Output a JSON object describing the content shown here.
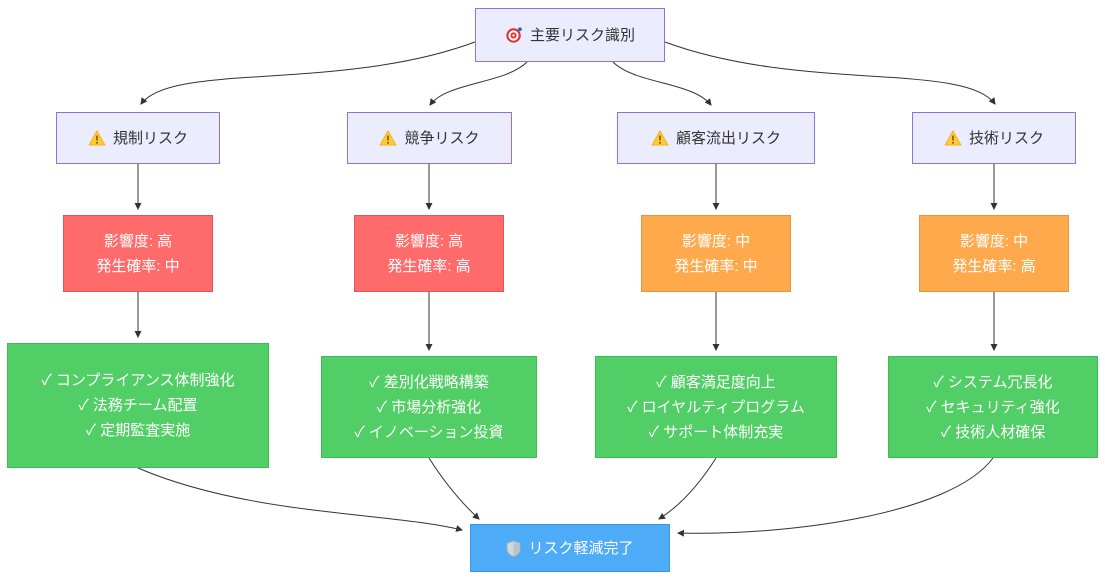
{
  "diagram": {
    "root": {
      "label": "主要リスク識別",
      "icon": "target-icon"
    },
    "risks": [
      {
        "label": "規制リスク",
        "impact": "影響度: 高",
        "probability": "発生確率: 中",
        "severity_color": "#FF6B6B",
        "mitigations": [
          "✓ コンプライアンス体制強化",
          "✓ 法務チーム配置",
          "✓ 定期監査実施"
        ]
      },
      {
        "label": "競争リスク",
        "impact": "影響度: 高",
        "probability": "発生確率: 高",
        "severity_color": "#FF6B6B",
        "mitigations": [
          "✓ 差別化戦略構築",
          "✓ 市場分析強化",
          "✓ イノベーション投資"
        ]
      },
      {
        "label": "顧客流出リスク",
        "impact": "影響度: 中",
        "probability": "発生確率: 中",
        "severity_color": "#FFA94D",
        "mitigations": [
          "✓ 顧客満足度向上",
          "✓ ロイヤルティプログラム",
          "✓ サポート体制充実"
        ]
      },
      {
        "label": "技術リスク",
        "impact": "影響度: 中",
        "probability": "発生確率: 高",
        "severity_color": "#FFA94D",
        "mitigations": [
          "✓ システム冗長化",
          "✓ セキュリティ強化",
          "✓ 技術人材確保"
        ]
      }
    ],
    "end": {
      "label": "リスク軽減完了",
      "icon": "shield-icon"
    },
    "colors": {
      "identify_fill": "#ECECFF",
      "identify_border": "#9370DB",
      "high_severity_fill": "#FF6B6B",
      "medium_severity_fill": "#FFA94D",
      "mitigation_fill": "#51CF66",
      "complete_fill": "#4DABF7",
      "edge": "#333333"
    }
  }
}
